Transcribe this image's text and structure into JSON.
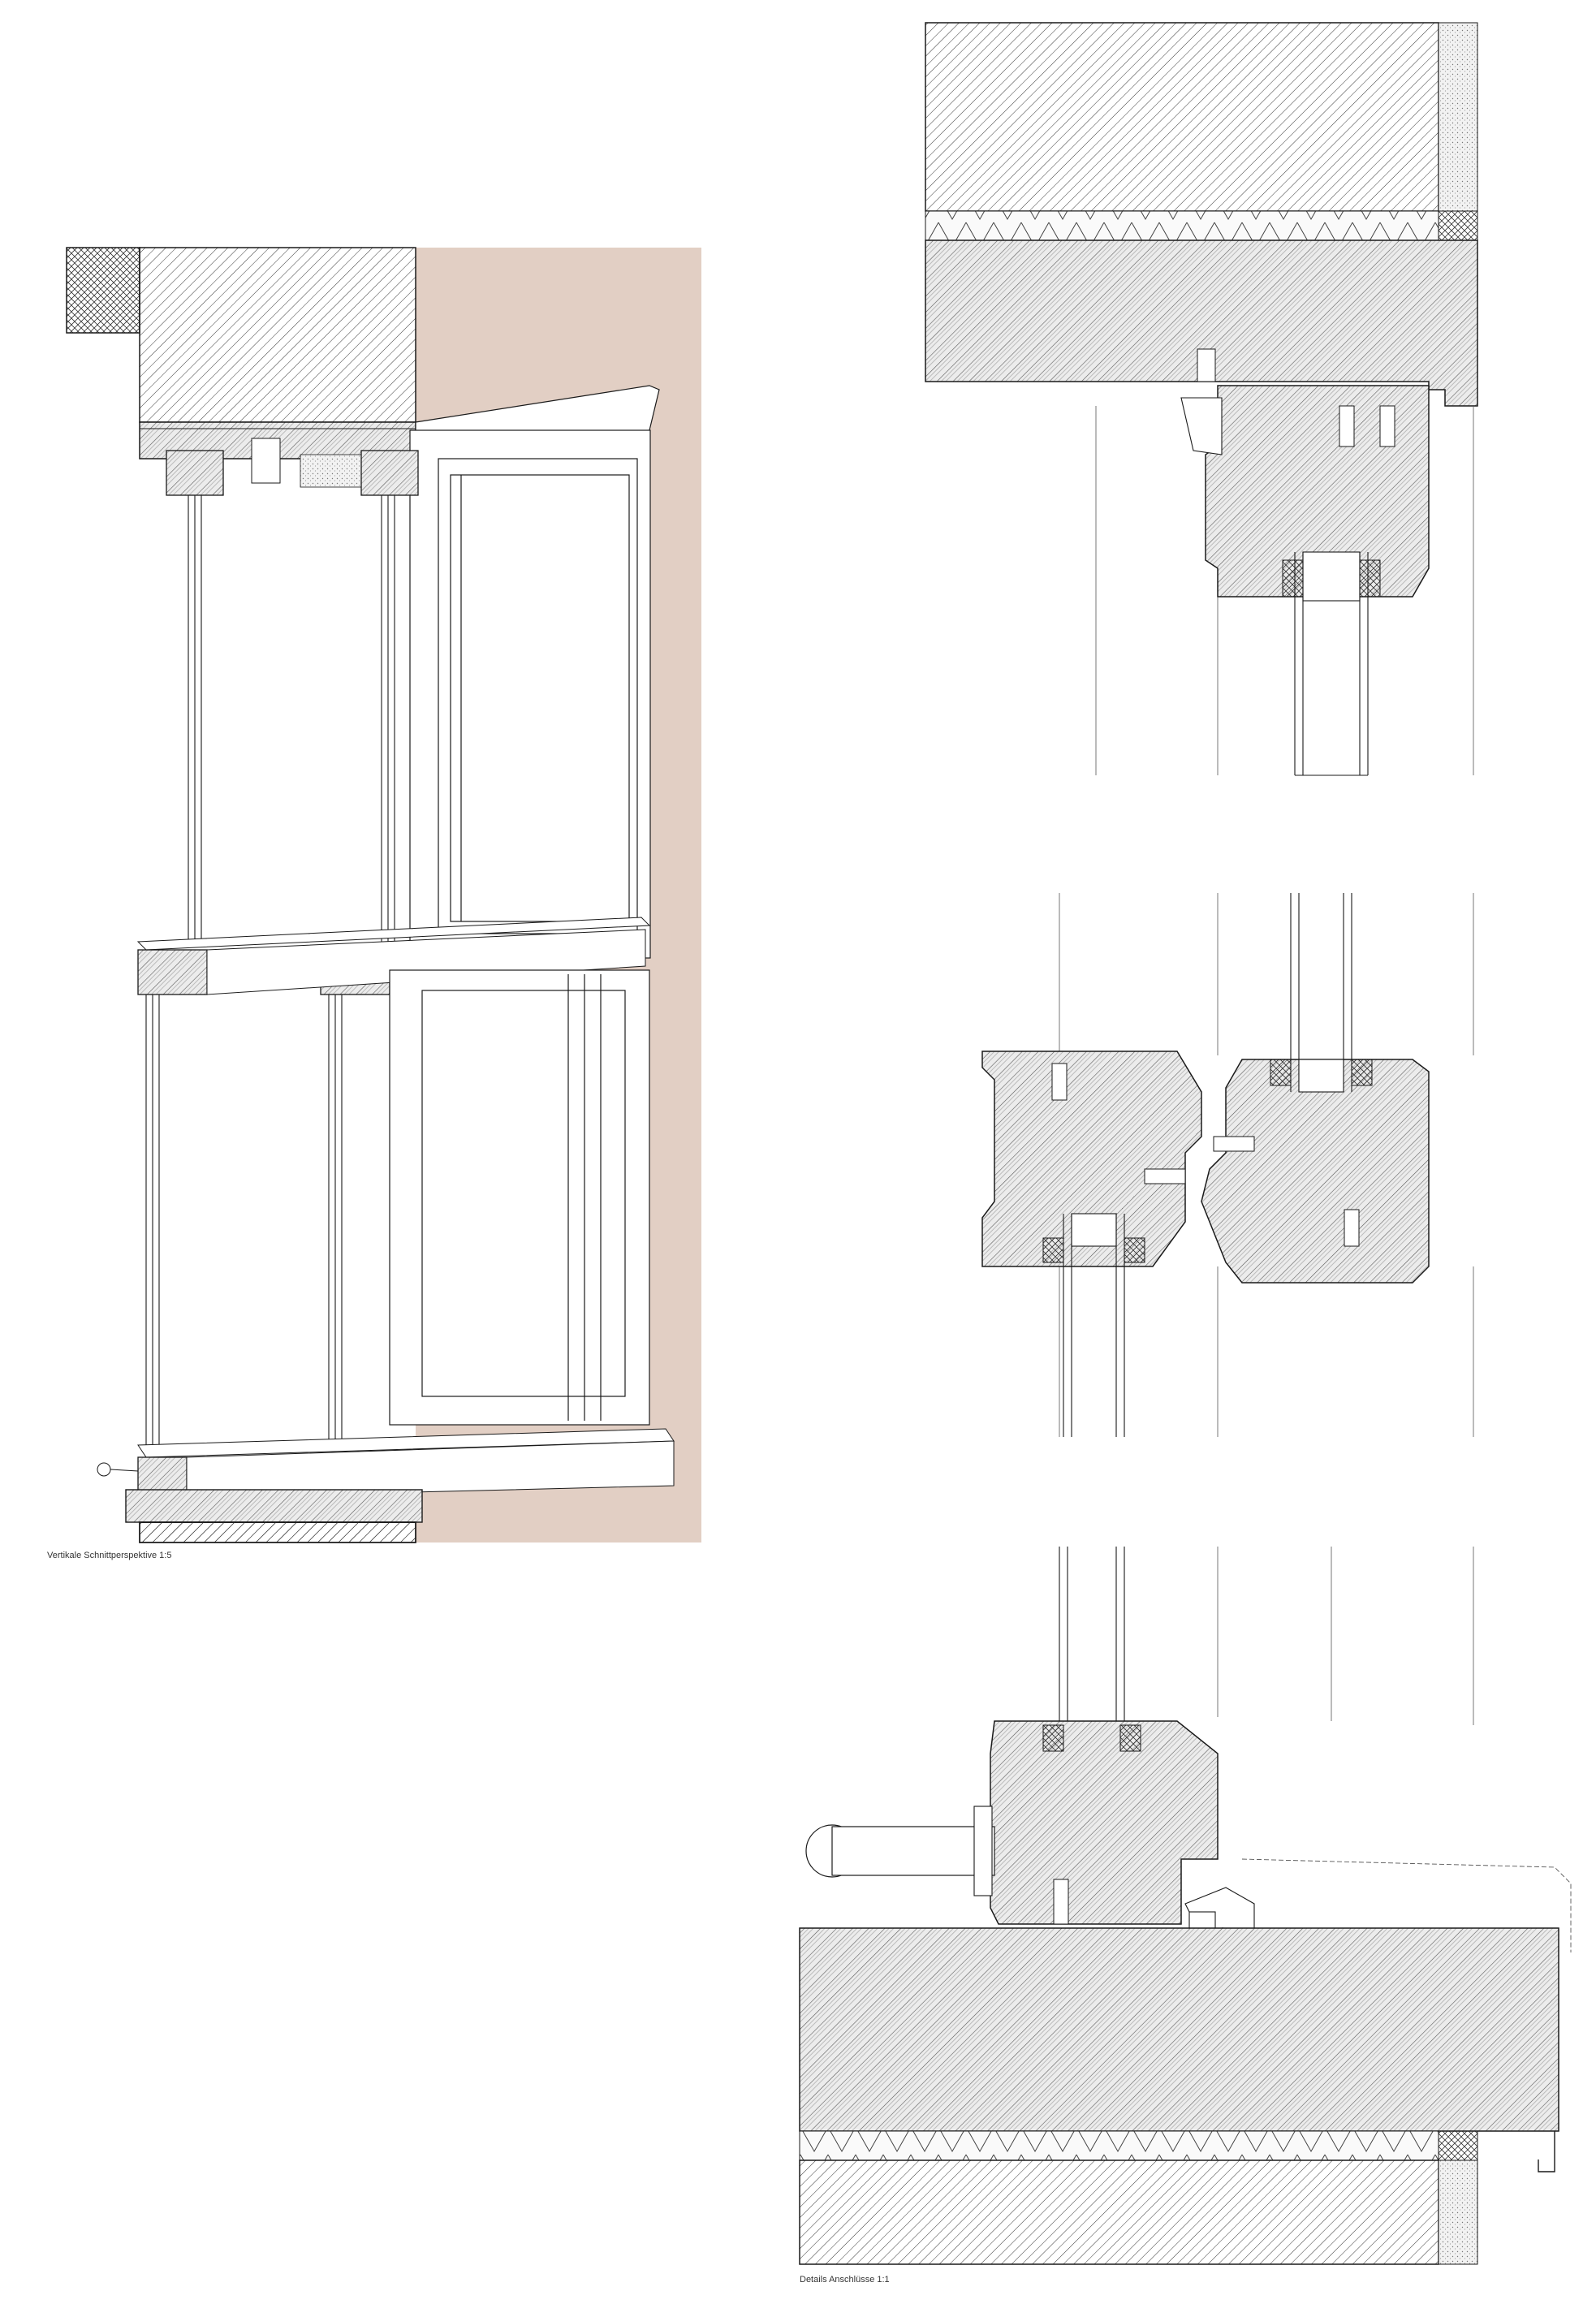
{
  "drawing": {
    "captions": {
      "left": "Vertikale Schnittperspektive 1:5",
      "right": "Details Anschlüsse 1:1"
    },
    "colors": {
      "paper": "#ffffff",
      "facade_backdrop": "#e2cfc4",
      "line": "#1a1a1a",
      "hatch": "#3a3a3a",
      "wood_fill": "#ebebeb",
      "insulation": "#f5f5f5",
      "plaster": "#dcdcdc"
    },
    "materials": [
      "masonry-wall",
      "timber-lintel",
      "timber-sill",
      "window-frame",
      "double-glazing",
      "insulation-layer",
      "gasket",
      "metal-drip-flashing",
      "window-handle"
    ]
  }
}
